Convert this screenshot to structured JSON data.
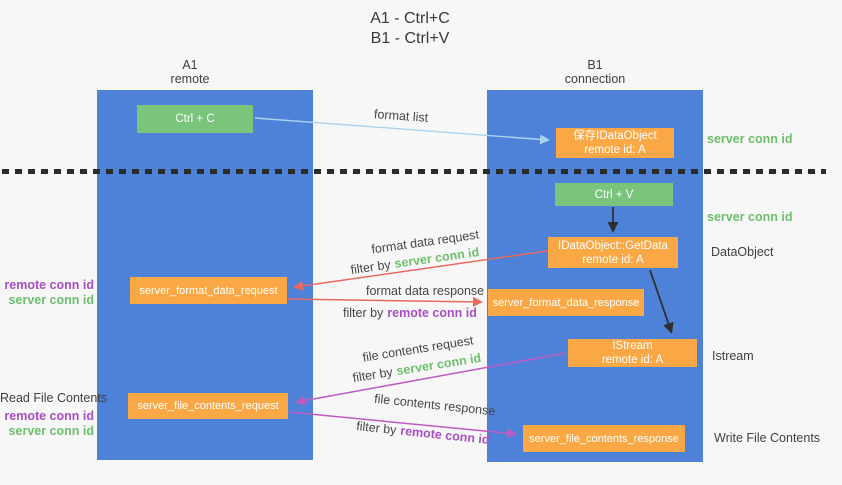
{
  "title": {
    "line1": "A1 - Ctrl+C",
    "line2": "B1 - Ctrl+V"
  },
  "lifelines": {
    "a1": {
      "id": "A1",
      "role": "remote"
    },
    "b1": {
      "id": "B1",
      "role": "connection"
    }
  },
  "nodes": {
    "ctrl_c": {
      "label": "Ctrl + C"
    },
    "save_dataobject": {
      "line1": "保存IDataObject",
      "line2": "remote id: A"
    },
    "ctrl_v": {
      "label": "Ctrl + V"
    },
    "getdata": {
      "line1": "IDataObject::GetData",
      "line2": "remote id: A"
    },
    "istream": {
      "line1": "IStream",
      "line2": "remote id: A"
    },
    "server_format_data_request": {
      "label": "server_format_data_request"
    },
    "server_format_data_response": {
      "label": "server_format_data_response"
    },
    "server_file_contents_request": {
      "label": "server_file_contents_request"
    },
    "server_file_contents_response": {
      "label": "server_file_contents_response"
    }
  },
  "arrow_labels": {
    "format_list": "format list",
    "format_data_request": "format data request",
    "format_data_request_filter": {
      "prefix": "filter by",
      "id": "server conn id"
    },
    "format_data_response": "format data response",
    "format_data_response_filter": {
      "prefix": "filter by",
      "id": "remote conn id"
    },
    "file_contents_request": "file contents request",
    "file_contents_request_filter": {
      "prefix": "filter by",
      "id": "server conn id"
    },
    "file_contents_response": "file contents response",
    "file_contents_response_filter": {
      "prefix": "filter by",
      "id": "remote conn id"
    }
  },
  "left_labels": {
    "remote_conn_id_top": "remote conn id",
    "server_conn_id_top": "server conn id",
    "read_file_contents": "Read File Contents",
    "remote_conn_id_bottom": "remote conn id",
    "server_conn_id_bottom": "server conn id"
  },
  "right_labels": {
    "server_conn_id_top": "server conn id",
    "server_conn_id_mid": "server conn id",
    "dataobject": "DataObject",
    "istream": "Istream",
    "write_file_contents": "Write File Contents"
  },
  "colors": {
    "lifeline_blue": "#4d82d8",
    "node_green": "#7ac47c",
    "node_orange": "#f9a845",
    "arrow_blue": "#a9d3ee",
    "arrow_red": "#e8695f",
    "arrow_magenta": "#c159c1",
    "arrow_black": "#2f2f2f",
    "conn_id_green": "#6dbf6d",
    "conn_id_purple": "#a94fc4",
    "text_dark": "#3f3f3f",
    "background": "#f7f7f7"
  }
}
